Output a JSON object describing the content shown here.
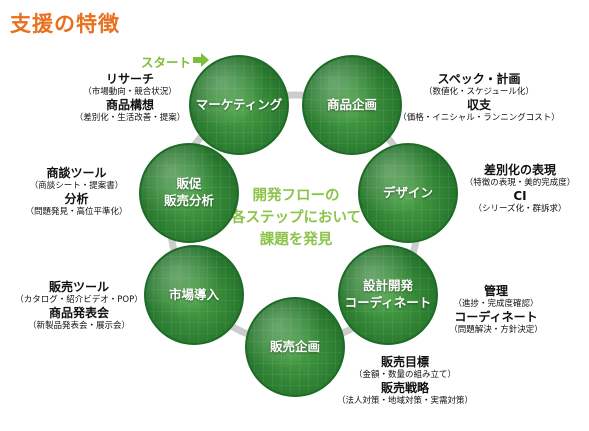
{
  "title": "支援の特徴",
  "start_label": "スタート",
  "center_lines": [
    "開発フローの",
    "各ステップにおいて",
    "課題を発見"
  ],
  "colors": {
    "title": "#e8701e",
    "accent": "#8cc34a",
    "node_green": "#2c7d31",
    "ring": "#cccccc"
  },
  "nodes": [
    {
      "id": "marketing",
      "lines": [
        "マーケティング"
      ]
    },
    {
      "id": "product-planning",
      "lines": [
        "商品企画"
      ]
    },
    {
      "id": "design",
      "lines": [
        "デザイン"
      ]
    },
    {
      "id": "design-dev",
      "lines": [
        "設計開発",
        "コーディネート"
      ]
    },
    {
      "id": "sales-planning",
      "lines": [
        "販売企画"
      ]
    },
    {
      "id": "market-intro",
      "lines": [
        "市場導入"
      ]
    },
    {
      "id": "promo-analysis",
      "lines": [
        "販促",
        "販売分析"
      ]
    }
  ],
  "annotations": {
    "marketing": [
      {
        "t": "h",
        "text": "リサーチ"
      },
      {
        "t": "s",
        "text": "（市場動向・競合状況）"
      },
      {
        "t": "h",
        "text": "商品構想"
      },
      {
        "t": "s",
        "text": "（差別化・生活改善・提案）"
      }
    ],
    "product-planning": [
      {
        "t": "h",
        "text": "スペック・計画"
      },
      {
        "t": "s",
        "text": "（数値化・スケジュール化）"
      },
      {
        "t": "h",
        "text": "収支"
      },
      {
        "t": "s",
        "text": "（価格・イニシャル・ランニングコスト）"
      }
    ],
    "design": [
      {
        "t": "h",
        "text": "差別化の表現"
      },
      {
        "t": "s",
        "text": "（特徴の表現・美的完成度）"
      },
      {
        "t": "h",
        "text": "CI"
      },
      {
        "t": "s",
        "text": "（シリーズ化・群訴求）"
      }
    ],
    "design-dev": [
      {
        "t": "h",
        "text": "管理"
      },
      {
        "t": "s",
        "text": "（進捗・完成度確認）"
      },
      {
        "t": "h",
        "text": "コーディネート"
      },
      {
        "t": "s",
        "text": "（問題解決・方針決定）"
      }
    ],
    "sales-planning": [
      {
        "t": "h",
        "text": "販売目標"
      },
      {
        "t": "s",
        "text": "（金額・数量の組み立て）"
      },
      {
        "t": "h",
        "text": "販売戦略"
      },
      {
        "t": "s",
        "text": "（法人対策・地域対策・実需対策）"
      }
    ],
    "market-intro": [
      {
        "t": "h",
        "text": "販売ツール"
      },
      {
        "t": "s",
        "text": "（カタログ・紹介ビデオ・POP）"
      },
      {
        "t": "h",
        "text": "商品発表会"
      },
      {
        "t": "s",
        "text": "（新製品発表会・展示会）"
      }
    ],
    "promo-analysis": [
      {
        "t": "h",
        "text": "商談ツール"
      },
      {
        "t": "s",
        "text": "（商談シート・提案書）"
      },
      {
        "t": "h",
        "text": "分析"
      },
      {
        "t": "s",
        "text": "（問題発見・高位平準化）"
      }
    ]
  }
}
